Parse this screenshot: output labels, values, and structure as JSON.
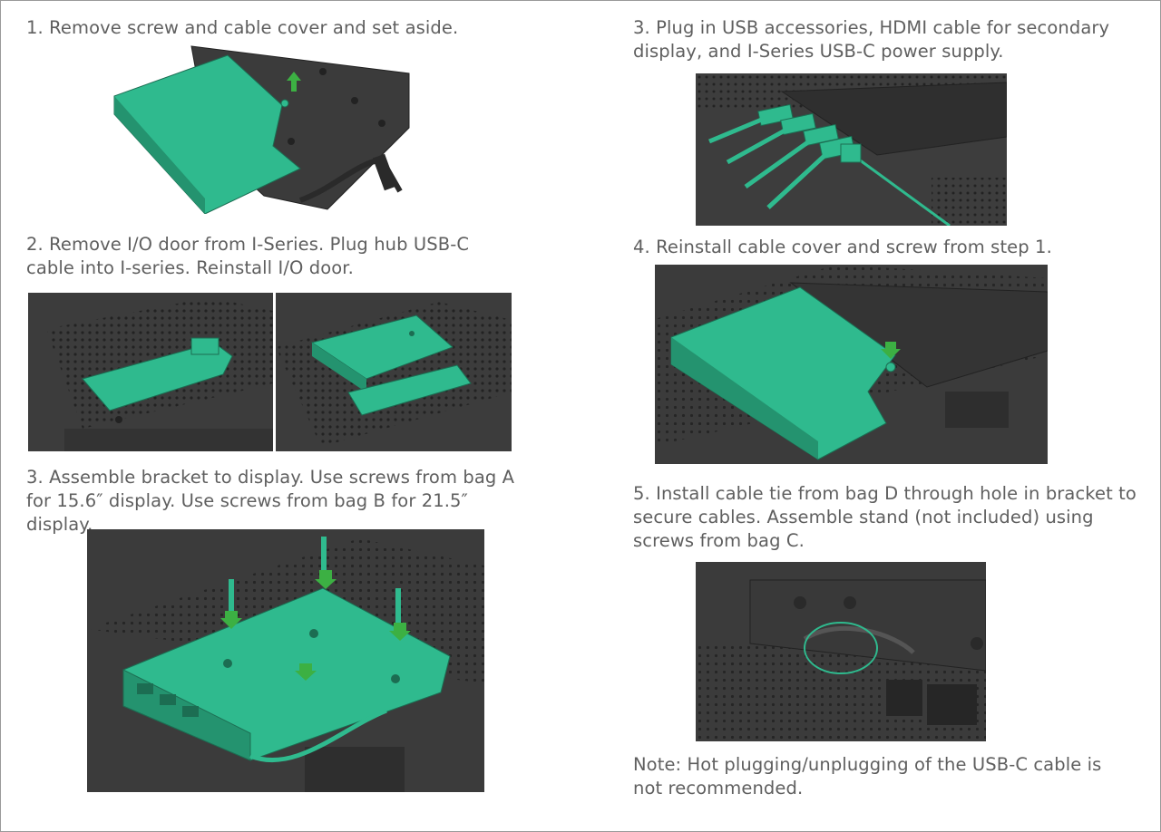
{
  "steps_left": [
    {
      "id": "step1",
      "text": "1. Remove screw and cable cover and set aside."
    },
    {
      "id": "step2",
      "text": "2. Remove I/O door from I-Series. Plug hub USB-C cable into I-series.  Reinstall I/O door."
    },
    {
      "id": "step3a",
      "text": "3. Assemble bracket to display.  Use screws from bag A for 15.6″ display.  Use screws from bag B for 21.5″ display."
    }
  ],
  "steps_right": [
    {
      "id": "step3b",
      "text": "3. Plug in USB accessories, HDMI cable for secondary display, and I-Series USB-C power supply."
    },
    {
      "id": "step4",
      "text": "4. Reinstall cable cover and screw from step 1."
    },
    {
      "id": "step5",
      "text": "5. Install cable tie from bag D through hole in bracket to secure cables.  Assemble stand (not included) using screws from bag C."
    }
  ],
  "note": "Note: Hot plugging/unplugging of the USB-C cable is not recommended.",
  "colors": {
    "accent": "#2fba8e",
    "dark": "#3c3c3c",
    "arrow": "#3cb043",
    "text": "#5f5f5f"
  }
}
